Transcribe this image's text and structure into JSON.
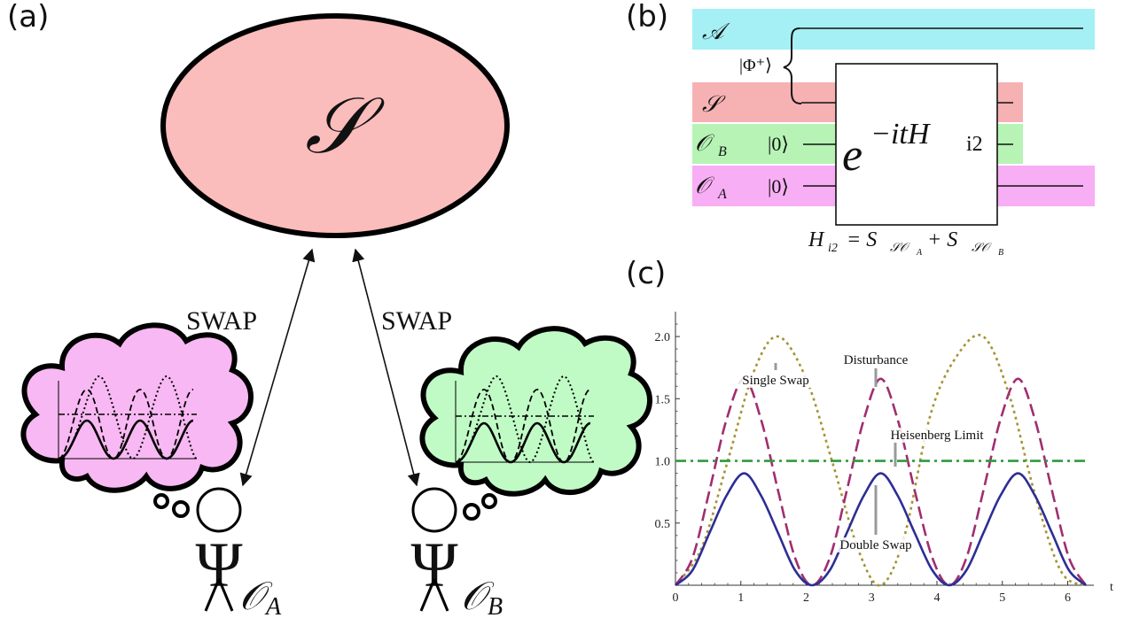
{
  "panels": {
    "a": {
      "label": "(a)",
      "system_symbol": "𝒮",
      "swap_left": "SWAP",
      "swap_right": "SWAP",
      "observer_symbol": "Ψ",
      "observer_a": "𝒪",
      "observer_a_sub": "A",
      "observer_b": "𝒪",
      "observer_b_sub": "B",
      "colors": {
        "system": "#fbbcbc",
        "cloud_a": "#f8b8f3",
        "cloud_b": "#c0fbc6"
      }
    },
    "b": {
      "label": "(b)",
      "rows": [
        {
          "symbol": "𝒜",
          "sub": "",
          "ket": "",
          "color": "#a5f0f5"
        },
        {
          "symbol": "𝒮",
          "sub": "",
          "ket": "",
          "color": "#f6b1b3"
        },
        {
          "symbol": "𝒪",
          "sub": "B",
          "ket": "|0⟩",
          "color": "#b6f3b5"
        },
        {
          "symbol": "𝒪",
          "sub": "A",
          "ket": "|0⟩",
          "color": "#f8aef4"
        }
      ],
      "bell_state": "|Φ⁺⟩",
      "gate_base": "e",
      "gate_exponent": "−itH",
      "gate_exponent_sub": "i2",
      "hamiltonian_lhs": "H",
      "hamiltonian_lhs_sub": "i2",
      "hamiltonian_rhs": "= S",
      "hamiltonian_term1_sub": "𝒮𝒪",
      "hamiltonian_term1_subsub": "A",
      "hamiltonian_plus": "+ S",
      "hamiltonian_term2_sub": "𝒮𝒪",
      "hamiltonian_term2_subsub": "B"
    },
    "c": {
      "label": "(c)"
    }
  },
  "chart_data": {
    "type": "line",
    "xlabel": "t",
    "ylabel": "",
    "xlim": [
      0,
      6.4
    ],
    "ylim": [
      0,
      2.2
    ],
    "xticks": [
      "0",
      "1",
      "2",
      "3",
      "4",
      "5",
      "6"
    ],
    "yticks": [
      "0.5",
      "1.0",
      "1.5",
      "2.0"
    ],
    "annotations": [
      "Disturbance",
      "Single Swap",
      "Heisenberg Limit",
      "Double Swap"
    ],
    "series": [
      {
        "name": "Single Swap",
        "color": "#a59433",
        "dash": "dotted",
        "x": [
          0,
          0.4,
          0.8,
          1.2,
          1.57,
          2.0,
          2.4,
          2.8,
          3.14,
          3.5,
          3.9,
          4.3,
          4.71,
          5.1,
          5.5,
          5.9,
          6.28
        ],
        "y": [
          0,
          0.3,
          1.0,
          1.72,
          2.0,
          1.66,
          0.99,
          0.28,
          0,
          0.39,
          1.37,
          1.84,
          2.0,
          1.54,
          0.73,
          0.11,
          0
        ]
      },
      {
        "name": "Disturbance",
        "color": "#a02e6e",
        "dash": "dashed",
        "x": [
          0,
          0.26,
          0.52,
          0.78,
          1.05,
          1.31,
          1.57,
          1.83,
          2.09,
          2.36,
          2.62,
          2.88,
          3.14,
          3.4,
          3.66,
          3.93,
          4.19,
          4.45,
          4.71,
          4.97,
          5.24,
          5.5,
          5.76,
          6.02,
          6.28
        ],
        "y": [
          0,
          0.22,
          0.76,
          1.33,
          1.66,
          1.33,
          0.76,
          0.22,
          0,
          0.22,
          0.76,
          1.33,
          1.66,
          1.33,
          0.76,
          0.22,
          0,
          0.22,
          0.76,
          1.33,
          1.66,
          1.33,
          0.76,
          0.22,
          0
        ]
      },
      {
        "name": "Double Swap",
        "color": "#2d2e93",
        "dash": "solid",
        "x": [
          0,
          0.26,
          0.52,
          0.78,
          1.05,
          1.31,
          1.57,
          1.83,
          2.09,
          2.36,
          2.62,
          2.88,
          3.14,
          3.4,
          3.66,
          3.93,
          4.19,
          4.45,
          4.71,
          4.97,
          5.24,
          5.5,
          5.76,
          6.02,
          6.28
        ],
        "y": [
          0,
          0.12,
          0.42,
          0.72,
          0.9,
          0.72,
          0.42,
          0.12,
          0,
          0.12,
          0.42,
          0.72,
          0.9,
          0.72,
          0.42,
          0.12,
          0,
          0.12,
          0.42,
          0.72,
          0.9,
          0.72,
          0.42,
          0.12,
          0
        ]
      },
      {
        "name": "Heisenberg Limit",
        "color": "#2e9a3e",
        "dash": "dashdot",
        "x": [
          0,
          6.28
        ],
        "y": [
          1.0,
          1.0
        ]
      }
    ]
  }
}
